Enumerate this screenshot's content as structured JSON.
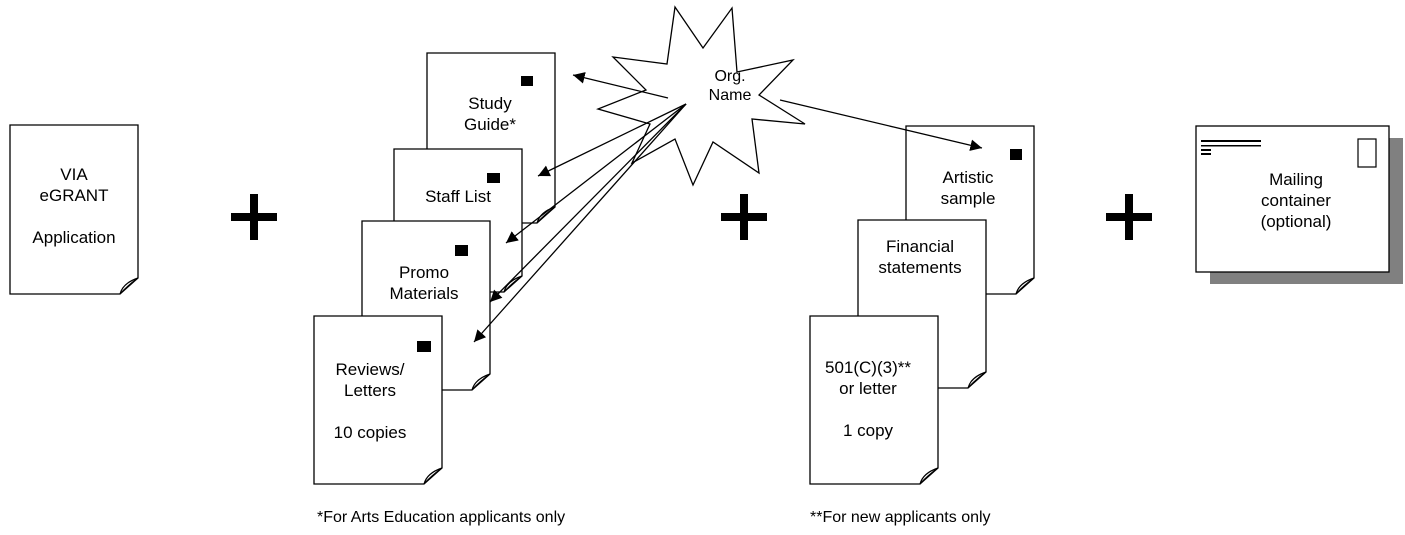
{
  "application": {
    "line1": "VIA",
    "line2": "eGRANT",
    "line3": "Application"
  },
  "study_guide": {
    "line1": "Study",
    "line2": "Guide*"
  },
  "staff_list": {
    "line1": "Staff List"
  },
  "promo": {
    "line1": "Promo",
    "line2": "Materials"
  },
  "reviews": {
    "line1": "Reviews/",
    "line2": "Letters",
    "line3": "10 copies"
  },
  "org_name": {
    "line1": "Org.",
    "line2": "Name"
  },
  "artistic_sample": {
    "line1": "Artistic",
    "line2": "sample"
  },
  "financial": {
    "line1": "Financial",
    "line2": "statements"
  },
  "status_doc": {
    "line1": "501(C)(3)**",
    "line2": "or letter",
    "line3": "1 copy"
  },
  "mailing": {
    "line1": "Mailing",
    "line2": "container",
    "line3": "(optional)"
  },
  "footnotes": {
    "arts_ed": "*For Arts Education applicants only",
    "new_applicants": "**For new applicants only"
  },
  "plus_symbol": "+",
  "colors": {
    "ink": "#000000",
    "shadow": "#808080",
    "paper": "#ffffff"
  }
}
